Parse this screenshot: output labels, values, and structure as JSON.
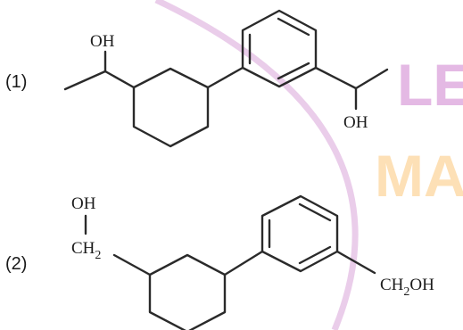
{
  "watermark": {
    "line1": "LE",
    "line2": "MA",
    "color_line1": "#e4b9e4",
    "color_line2": "#fde0b6",
    "arc_color": "#d8a4d8"
  },
  "structures": [
    {
      "label": "(1)",
      "top_group": "OH",
      "ring_group": "OH"
    },
    {
      "label": "(2)",
      "top_group": "OH",
      "ch2_main": "CH",
      "ch2_sub": "2",
      "ring_group_main": "CH",
      "ring_group_sub": "2",
      "ring_group_tail": "OH"
    }
  ]
}
